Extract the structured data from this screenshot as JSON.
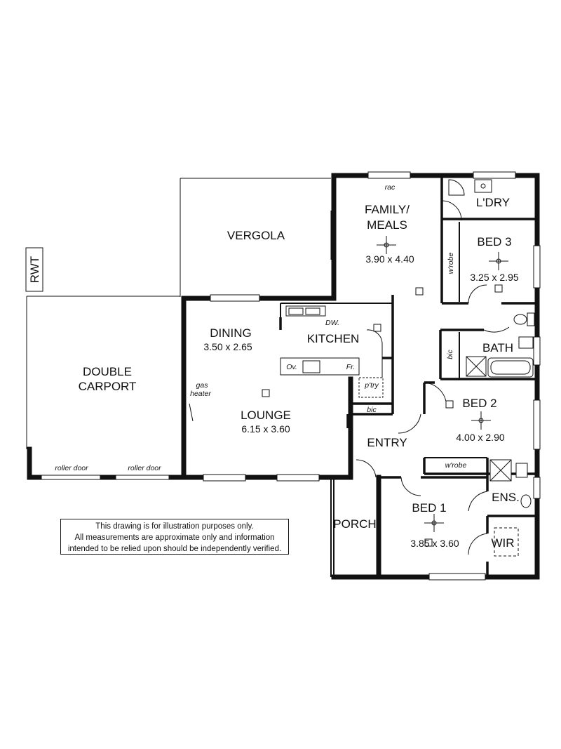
{
  "rooms": {
    "vergola": {
      "name": "VERGOLA"
    },
    "double_carport": {
      "name_line1": "DOUBLE",
      "name_line2": "CARPORT"
    },
    "family_meals": {
      "name_line1": "FAMILY/",
      "name_line2": "MEALS",
      "dims": "3.90 x 4.40"
    },
    "laundry": {
      "name": "L'DRY"
    },
    "bed3": {
      "name": "BED 3",
      "dims": "3.25 x 2.95"
    },
    "dining": {
      "name": "DINING",
      "dims": "3.50 x 2.65"
    },
    "kitchen": {
      "name": "KITCHEN"
    },
    "bath": {
      "name": "BATH"
    },
    "lounge": {
      "name": "LOUNGE",
      "dims": "6.15 x 3.60"
    },
    "bed2": {
      "name": "BED 2",
      "dims": "4.00 x 2.90"
    },
    "entry": {
      "name": "ENTRY"
    },
    "porch": {
      "name": "PORCH"
    },
    "bed1": {
      "name": "BED 1",
      "dims": "3.85 x 3.60"
    },
    "ensuite": {
      "name": "ENS."
    },
    "wir": {
      "name": "WIR"
    }
  },
  "labels": {
    "rwt": "RWT",
    "rac": "rac",
    "wrobe_bed3": "w'robe",
    "wrobe_bed2": "w'robe",
    "dw": "DW.",
    "oven": "Ov.",
    "fridge": "Fr.",
    "pantry": "p'try",
    "bic_hall": "bic",
    "bic_bath": "bic",
    "gas_heater_line1": "gas",
    "gas_heater_line2": "heater",
    "roller_door_left": "roller door",
    "roller_door_right": "roller door"
  },
  "disclaimer": {
    "line1": "This drawing is for illustration purposes only.",
    "line2": "All measurements are approximate only and information",
    "line3": "intended to be relied upon should be independently verified."
  },
  "colors": {
    "ink": "#111111",
    "paper": "#ffffff"
  }
}
